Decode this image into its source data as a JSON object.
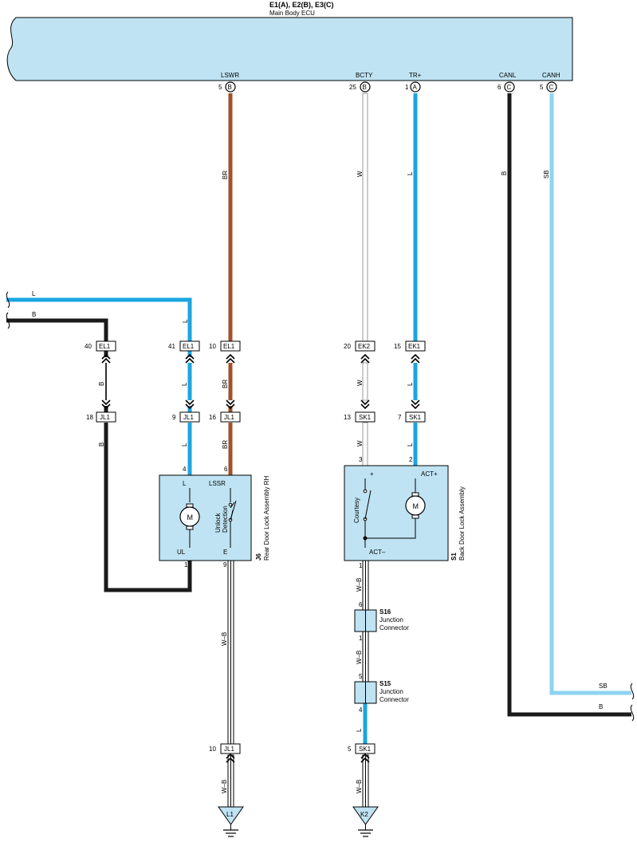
{
  "colors": {
    "ecu_fill": "#bfe3f3",
    "component_fill": "#bfe3f3",
    "wire_L": "#1aa6e0",
    "wire_SB": "#8ed3f2",
    "wire_BR": "#a0522d",
    "wire_B": "#1a1a1a",
    "wire_W": "#ffffff",
    "outline": "#000000"
  },
  "ecu": {
    "title": "E1(A), E2(B), E3(C)",
    "subtitle": "Main Body ECU",
    "pins": [
      {
        "name": "LSWR",
        "num": "5",
        "conn": "B"
      },
      {
        "name": "BCTY",
        "num": "25",
        "conn": "B"
      },
      {
        "name": "TR+",
        "num": "1",
        "conn": "A"
      },
      {
        "name": "CANL",
        "num": "6",
        "conn": "C"
      },
      {
        "name": "CANH",
        "num": "5",
        "conn": "C"
      }
    ]
  },
  "wire_labels": {
    "br_top": "BR",
    "w_top": "W",
    "l_top": "L",
    "b_top": "B",
    "sb_top": "SB",
    "left_l": "L",
    "left_b": "B",
    "c1_a": "B",
    "c1_b": "B",
    "c2_a": "L",
    "c2_b": "L",
    "c2_c": "L",
    "c3_a": "BR",
    "c3_b": "BR",
    "c4_a": "W",
    "c4_b": "W",
    "c5_a": "L",
    "c5_b": "L",
    "j6_wb": "W–B",
    "j6_wb2": "W–B",
    "s1_wb": "W–B",
    "s16_wb": "W–B",
    "k2_wb": "W–B",
    "s15_l": "L",
    "right_sb": "SB",
    "right_b": "B"
  },
  "connectors": [
    {
      "name": "EL1",
      "num": "40"
    },
    {
      "name": "EL1",
      "num": "41"
    },
    {
      "name": "EL1",
      "num": "10"
    },
    {
      "name": "EK2",
      "num": "20"
    },
    {
      "name": "EK1",
      "num": "15"
    },
    {
      "name": "JL1",
      "num": "18"
    },
    {
      "name": "JL1",
      "num": "9"
    },
    {
      "name": "JL1",
      "num": "16"
    },
    {
      "name": "SK1",
      "num": "13"
    },
    {
      "name": "SK1",
      "num": "7"
    },
    {
      "name": "JL1",
      "num": "10"
    },
    {
      "name": "SK1",
      "num": "5"
    }
  ],
  "j6": {
    "code": "J6",
    "name": "Rear Door Lock Assembly RH",
    "pin_l": "L",
    "pin_lssr": "LSSR",
    "pin_ul": "UL",
    "pin_e": "E",
    "num_4": "4",
    "num_6": "6",
    "num_1": "1",
    "num_9": "9",
    "motor": "M",
    "switch_label1": "Unlock",
    "switch_label2": "Detection"
  },
  "s1": {
    "code": "S1",
    "name": "Back Door Lock Assembly",
    "pin_plus": "+",
    "pin_act_plus": "ACT+",
    "pin_act_minus": "ACT–",
    "num_3": "3",
    "num_2": "2",
    "num_1": "1",
    "motor": "M",
    "switch_label": "Courtesy"
  },
  "s16": {
    "code": "S16",
    "line1": "Junction",
    "line2": "Connector",
    "pin_top": "6",
    "pin_bottom": "1"
  },
  "s15": {
    "code": "S15",
    "line1": "Junction",
    "line2": "Connector",
    "pin_top": "5",
    "pin_bottom": "4"
  },
  "grounds": [
    {
      "name": "L1"
    },
    {
      "name": "K2"
    }
  ]
}
